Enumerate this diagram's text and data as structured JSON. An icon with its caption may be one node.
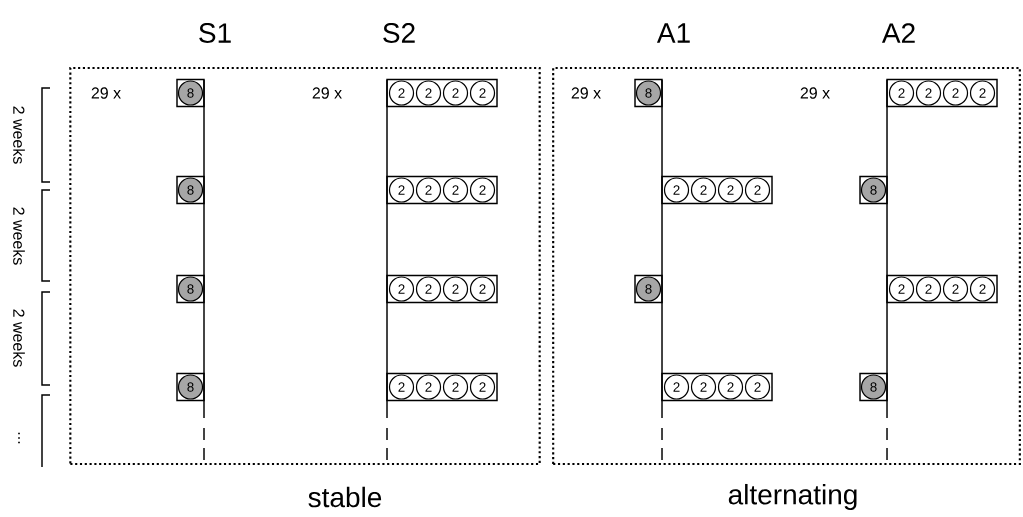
{
  "diagram": {
    "nodes": [
      {
        "text": [
          "stable"
        ]
      },
      {
        "text": [
          "alternating"
        ]
      },
      {
        "text": [
          "8"
        ],
        "in": 0
      },
      {
        "text": [
          "8"
        ],
        "in": 0
      },
      {
        "text": [
          "8"
        ],
        "in": 0
      },
      {
        "text": [
          "8"
        ],
        "in": 0
      },
      {
        "text": [
          "2",
          "2",
          "2",
          "2"
        ],
        "in": 0
      },
      {
        "text": [
          "2",
          "2",
          "2",
          "2"
        ],
        "in": 0
      },
      {
        "text": [
          "2",
          "2",
          "2",
          "2"
        ],
        "in": 0
      },
      {
        "text": [
          "2",
          "2",
          "2",
          "2"
        ],
        "in": 0
      },
      {
        "text": [
          "8"
        ],
        "in": 1
      },
      {
        "text": [
          "2",
          "2",
          "2",
          "2"
        ],
        "in": 1
      },
      {
        "text": [
          "8"
        ],
        "in": 1
      },
      {
        "text": [
          "2",
          "2",
          "2",
          "2"
        ],
        "in": 1
      },
      {
        "text": [
          "2",
          "2",
          "2",
          "2"
        ],
        "in": 1
      },
      {
        "text": [
          "8"
        ],
        "in": 1
      },
      {
        "text": [
          "2",
          "2",
          "2",
          "2"
        ],
        "in": 1
      },
      {
        "text": [
          "8"
        ],
        "in": 1
      }
    ],
    "labels": [
      "S1",
      "S2",
      "A1",
      "A2",
      "29 x",
      "29 x",
      "29 x",
      "29 x",
      "2 weeks",
      "2 weeks",
      "2 weeks",
      "..."
    ]
  }
}
